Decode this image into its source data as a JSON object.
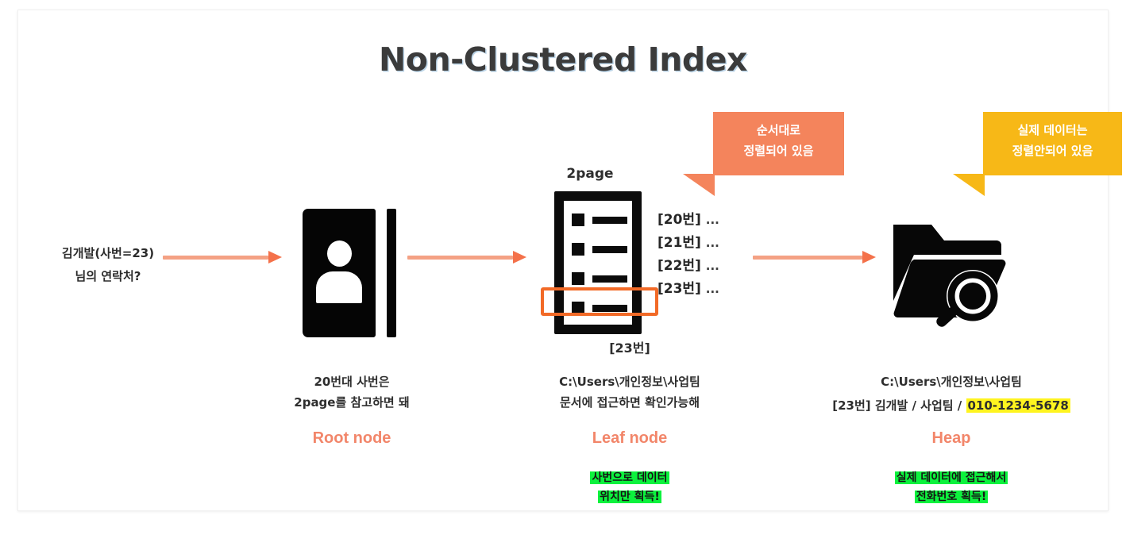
{
  "slide": {
    "title": "Non-Clustered Index",
    "accent_orange": "#f2866a",
    "accent_arrow": "#f4a184",
    "highlight_green": "#0cf23d",
    "highlight_yellow": "#fff41f",
    "bubble_orange": "#f4845c",
    "bubble_yellow": "#f7b817",
    "box_outline": "#f26a27"
  },
  "question": {
    "line1": "김개발(사번=23)",
    "line2": "님의 연락처?"
  },
  "root": {
    "icon": "address-book-icon",
    "caption_line1": "20번대 사번은",
    "caption_line2": "2page를 참고하면 돼",
    "node_label": "Root node"
  },
  "leaf": {
    "page_label": "2page",
    "icon": "document-list-icon",
    "entries": [
      {
        "id": "[20번]",
        "dots": "..."
      },
      {
        "id": "[21번]",
        "dots": "..."
      },
      {
        "id": "[22번]",
        "dots": "..."
      },
      {
        "id": "[23번]",
        "dots": "..."
      }
    ],
    "highlighted_entry": "[23번]",
    "caption_key": "[23번]",
    "caption_path": "C:\\Users\\개인정보\\사업팀",
    "caption_line2": "문서에 접근하면 확인가능해",
    "node_label": "Leaf node",
    "note_line1": "사번으로 데이터",
    "note_line2": "위치만 획득!"
  },
  "heap": {
    "icon": "folder-search-icon",
    "caption_path": "C:\\Users\\개인정보\\사업팀",
    "record_prefix": "[23번] 김개발 / 사업팀 / ",
    "record_phone": "010-1234-5678",
    "node_label": "Heap",
    "note_line1": "실제 데이터에 접근해서",
    "note_line2": "전화번호 획득!"
  },
  "bubbles": {
    "sorted": {
      "line1": "순서대로",
      "line2": "정렬되어 있음"
    },
    "unsorted": {
      "line1": "실제 데이터는",
      "line2": "정렬안되어 있음"
    }
  }
}
